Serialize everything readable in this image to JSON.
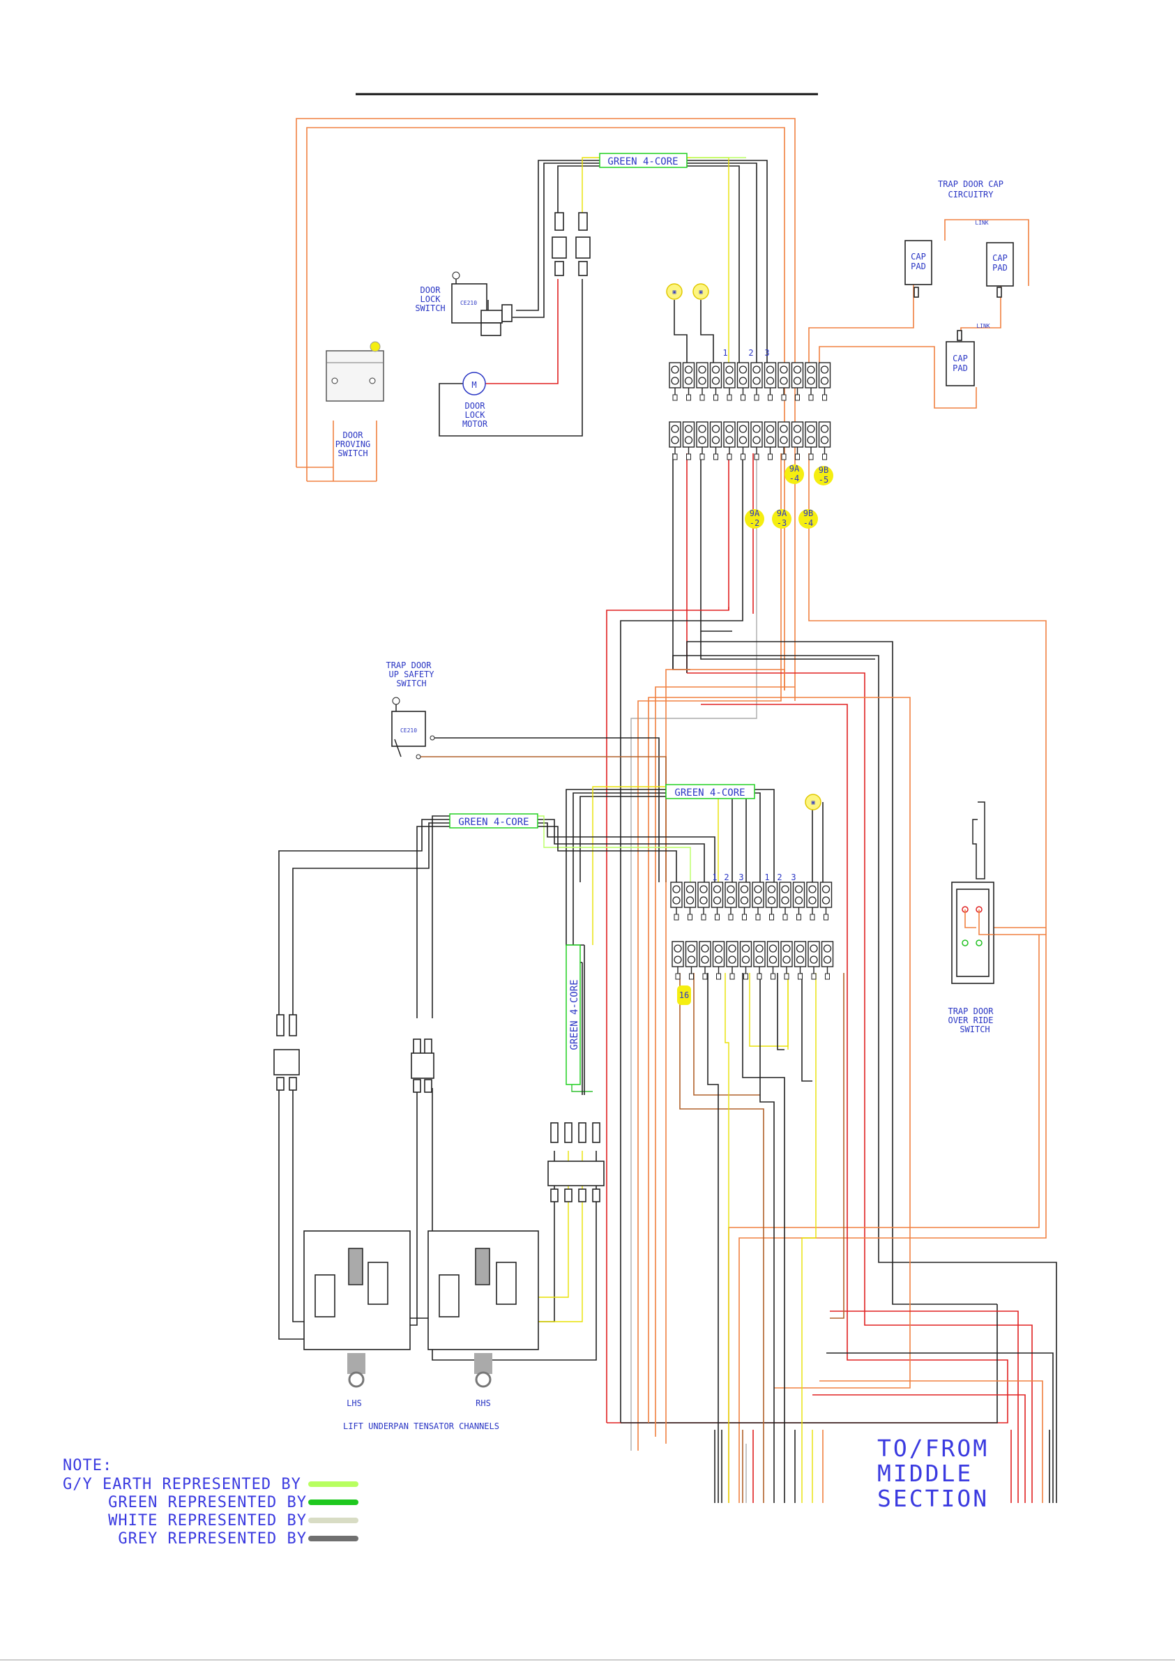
{
  "colors": {
    "label": "#2a36c4",
    "legend_gy_earth": "#b8ff60",
    "legend_green": "#1ec81e",
    "legend_white": "#d8dcc4",
    "legend_grey": "#707070",
    "tag_yellow": "#f5ee10",
    "cable_tag_border": "#20d020"
  },
  "cables": [
    {
      "label": "GREEN 4-CORE"
    },
    {
      "label": "GREEN 4-CORE"
    },
    {
      "label": "GREEN 4-CORE"
    },
    {
      "label": "GREEN 4-CORE"
    }
  ],
  "components": {
    "trap_door_cap_circuitry": [
      "TRAP DOOR CAP",
      "CIRCUITRY"
    ],
    "link_1": "LINK",
    "link_2": "LINK",
    "cap_pad_1": [
      "CAP",
      "PAD"
    ],
    "cap_pad_2": [
      "CAP",
      "PAD"
    ],
    "cap_pad_3": [
      "CAP",
      "PAD"
    ],
    "door_lock_switch": [
      "DOOR",
      "LOCK",
      "SWITCH"
    ],
    "door_lock_switch_part": "CE210",
    "door_lock_motor": [
      "DOOR",
      "LOCK",
      "MOTOR"
    ],
    "motor_symbol": "M",
    "door_proving_switch": [
      "DOOR",
      "PROVING",
      "SWITCH"
    ],
    "trap_door_up_safety_switch": [
      "TRAP DOOR",
      "UP SAFETY",
      "SWITCH"
    ],
    "trap_door_up_safety_part": "CE210",
    "trap_door_override_switch": [
      "TRAP DOOR",
      "OVER RIDE",
      "SWITCH"
    ],
    "lhs": "LHS",
    "rhs": "RHS",
    "lift_underpan": "LIFT UNDERPAN TENSATOR CHANNELS",
    "to_from": [
      "TO/FROM",
      "MIDDLE",
      "SECTION"
    ]
  },
  "terminal_numbers_upper": [
    "1",
    "2",
    "3"
  ],
  "terminal_numbers_lower": [
    "1",
    "2",
    "3",
    "1",
    "2",
    "3"
  ],
  "tags": [
    {
      "text": [
        "9A",
        "-4"
      ]
    },
    {
      "text": [
        "9B",
        "-5"
      ]
    },
    {
      "text": [
        "9A",
        "-2"
      ]
    },
    {
      "text": [
        "9A",
        "-3"
      ]
    },
    {
      "text": [
        "9B",
        "-4"
      ]
    },
    {
      "text": [
        "16"
      ]
    }
  ],
  "legend": {
    "heading": "NOTE:",
    "rows": [
      {
        "text": "G/Y EARTH REPRESENTED BY",
        "swatch": "legend_gy_earth"
      },
      {
        "text": "GREEN REPRESENTED BY",
        "swatch": "legend_green"
      },
      {
        "text": "WHITE REPRESENTED BY",
        "swatch": "legend_white"
      },
      {
        "text": "GREY REPRESENTED BY",
        "swatch": "legend_grey"
      }
    ]
  }
}
